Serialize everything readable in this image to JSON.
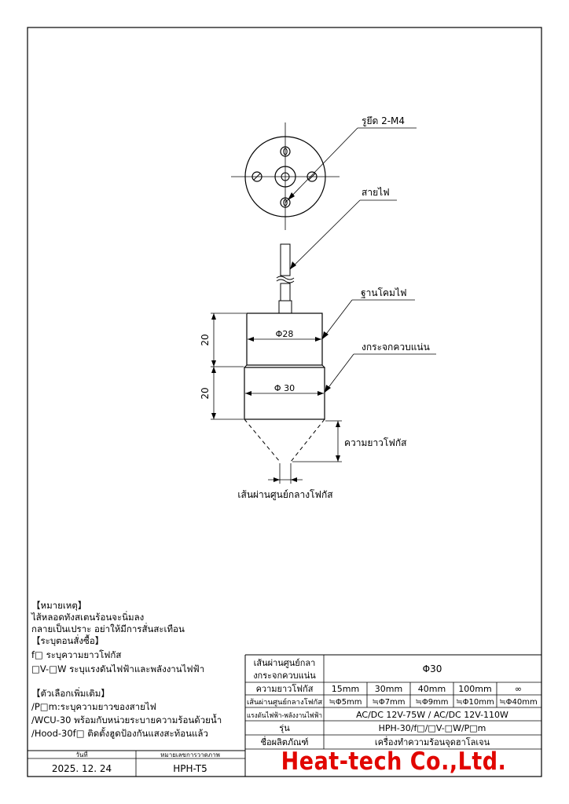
{
  "callouts": {
    "rivet": "รูยึด 2-M4",
    "cable": "สายไฟ",
    "lamp_base": "ฐานโคมไฟ",
    "glass_holder": "งกระจกควบแน่น",
    "focal_length": "ความยาวโฟกัส",
    "focal_diameter": "เส้นผ่านศูนย์กลางโฟกัส"
  },
  "dimensions": {
    "upper_diameter": "Φ28",
    "lower_diameter": "Φ 30",
    "upper_height": "20",
    "lower_height": "20"
  },
  "notes": {
    "header": "【หมายเหตุ】",
    "line1": "ไส้หลอดทังสเตนร้อนจะนิ่มลง",
    "line2": "กลายเป็นเปราะ อย่าให้มีการสั่นสะเทือน",
    "order_header": "【ระบุตอนสั่งซื้อ】",
    "order1": "f□ ระบุความยาวโฟกัส",
    "order2": "□V-□W ระบุแรงดันไฟฟ้าและพลังงานไฟฟ้า",
    "options_header": "【ตัวเลือกเพิ่มเติม】",
    "opt1": "/P□m:ระบุความยาวของสายไฟ",
    "opt2": "/WCU-30 พร้อมกับหน่วยระบายความร้อนด้วยน้ำ",
    "opt3": "/Hood-30f□ ติดตั้งฮูดป้องกันแสงสะท้อนแล้ว"
  },
  "title_block": {
    "date_label": "วันที่",
    "date_value": "2025. 12. 24",
    "drawing_no_label": "หมายเลขการวาดภาพ",
    "drawing_no_value": "HPH-T5",
    "brand": "Heat-tech Co.,Ltd."
  },
  "spec_table": {
    "diameter_label": "เส้นผ่านศูนย์กลา\nงกระจกควบแน่น",
    "diameter_value": "Φ30",
    "focal_length_label": "ความยาวโฟกัส",
    "focal_lengths": [
      "15mm",
      "30mm",
      "40mm",
      "100mm",
      "∞"
    ],
    "focal_diameter_label": "เส้นผ่านศูนย์กลางโฟกัส",
    "focal_diameters": [
      "≒Φ5mm",
      "≒Φ7mm",
      "≒Φ9mm",
      "≒Φ10mm",
      "≒Φ40mm"
    ],
    "voltage_label": "แรงดันไฟฟ้า-พลังงานไฟฟ้า",
    "voltage_value": "AC/DC 12V-75W / AC/DC 12V-110W",
    "model_label": "รุ่น",
    "model_value": "HPH-30/f□/□V-□W/P□m",
    "product_label": "ชื่อผลิตภัณฑ์",
    "product_value": "เครื่องทำความร้อนจุดฮาโลเจน"
  }
}
